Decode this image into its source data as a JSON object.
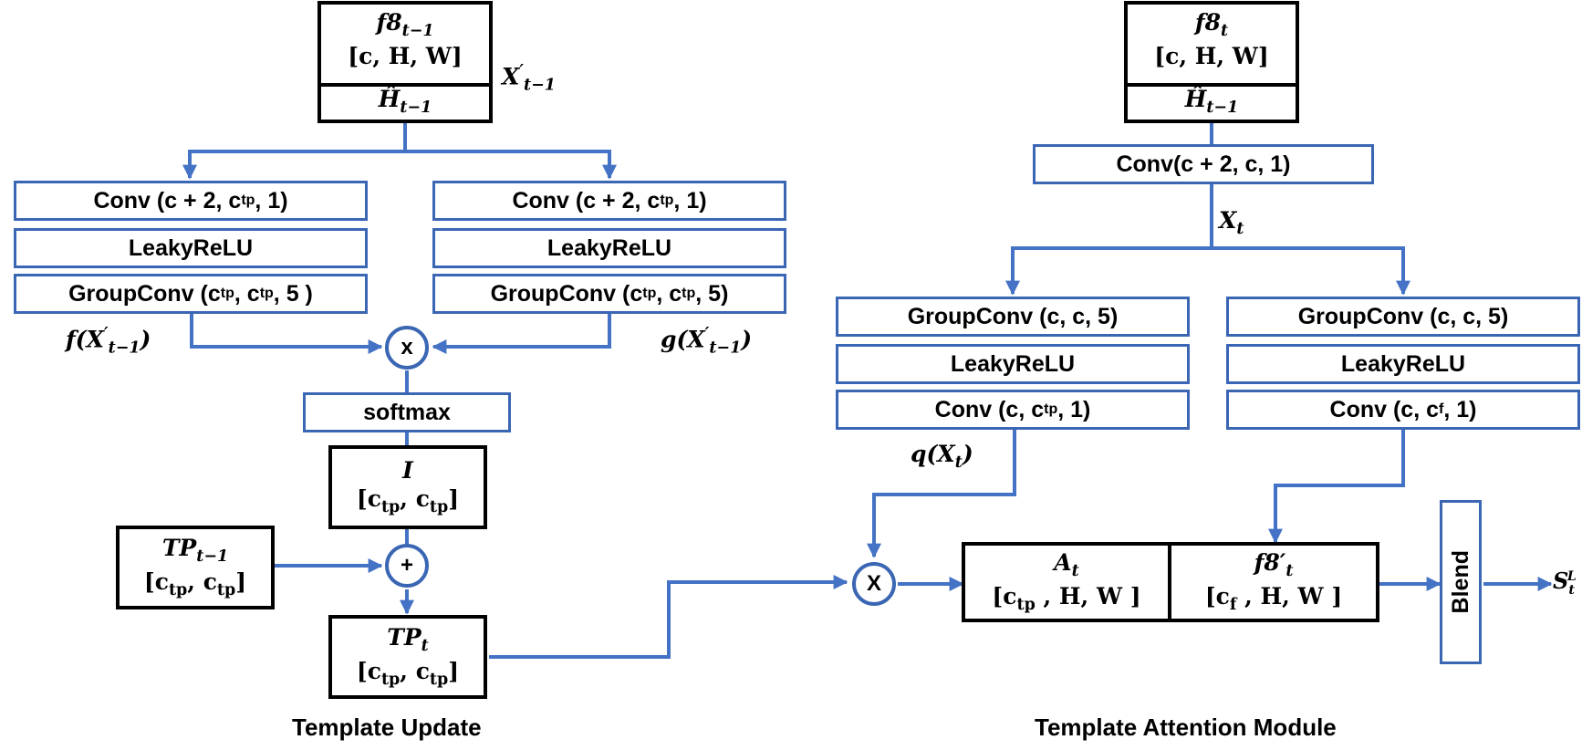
{
  "template_update": {
    "caption": "Template Update",
    "input_box": {
      "name": "f8",
      "sub": "t−1",
      "shape": "[c, H, W]",
      "h": "Ĥ",
      "h_sub": "t−1"
    },
    "input_label": {
      "base": "X",
      "prime": "′",
      "sub": "t−1"
    },
    "left_branch": {
      "conv": "Conv (c + 2, c",
      "conv_sub": "tp",
      "conv_end": ", 1)",
      "act": "LeakyReLU",
      "gconv": "GroupConv (c",
      "gconv_mid": ", c",
      "gconv_end": ", 5 )",
      "tp": "tp"
    },
    "right_branch": {
      "conv": "Conv (c + 2, c",
      "conv_sub": "tp",
      "conv_end": ", 1)",
      "act": "LeakyReLU",
      "gconv": "GroupConv (c",
      "gconv_mid": ", c",
      "gconv_end": ", 5)",
      "tp": "tp"
    },
    "f_label": {
      "fn": "f(X",
      "prime": "′",
      "sub": "t−1",
      "end": ")"
    },
    "g_label": {
      "fn": "g(X",
      "prime": "′",
      "sub": "t−1",
      "end": ")"
    },
    "mult_op": "x",
    "softmax": "softmax",
    "i_box": {
      "name": "I",
      "shape_a": "[c",
      "sub_a": "tp",
      "shape_b": ", c",
      "sub_b": "tp",
      "shape_end": "]"
    },
    "tp_prev": {
      "name": "TP",
      "sub": "t−1",
      "shape_a": "[c",
      "sub_a": "tp",
      "shape_b": ", c",
      "sub_b": "tp",
      "shape_end": "]"
    },
    "add_op": "+",
    "tp_out": {
      "name": "TP",
      "sub": "t",
      "shape_a": "[c",
      "sub_a": "tp",
      "shape_b": ", c",
      "sub_b": "tp",
      "shape_end": "]"
    }
  },
  "template_attention": {
    "caption": "Template Attention Module",
    "input_box": {
      "name": "f8",
      "sub": "t",
      "shape": "[c, H, W]",
      "h": "Ĥ",
      "h_sub": "t−1"
    },
    "conv": "Conv(c + 2, c, 1)",
    "x_label": {
      "base": "X",
      "sub": "t"
    },
    "left_branch": {
      "gconv": "GroupConv (c, c, 5)",
      "act": "LeakyReLU",
      "conv": "Conv (c, c",
      "conv_sub": "tp",
      "conv_end": ", 1)"
    },
    "right_branch": {
      "gconv": "GroupConv (c, c, 5)",
      "act": "LeakyReLU",
      "conv": "Conv (c, c",
      "conv_sub": "f",
      "conv_end": ", 1)"
    },
    "q_label": {
      "fn": "q(X",
      "sub": "t",
      "end": ")"
    },
    "mult_op": "X",
    "a_box": {
      "name": "A",
      "sub": "t",
      "shape_a": "[c",
      "sub_a": "tp",
      "shape_b": " , H, W ]"
    },
    "f8p_box": {
      "name": "f8′",
      "sub": "t",
      "shape_a": "[c",
      "sub_a": "f",
      "shape_b": " , H, W ]"
    },
    "blend": "Blend",
    "output": {
      "base": "S",
      "sub": "t",
      "sup": "L"
    }
  },
  "colors": {
    "wire": "#4472c4",
    "box_border": "#3a66b3",
    "tensor_border": "#000000"
  }
}
